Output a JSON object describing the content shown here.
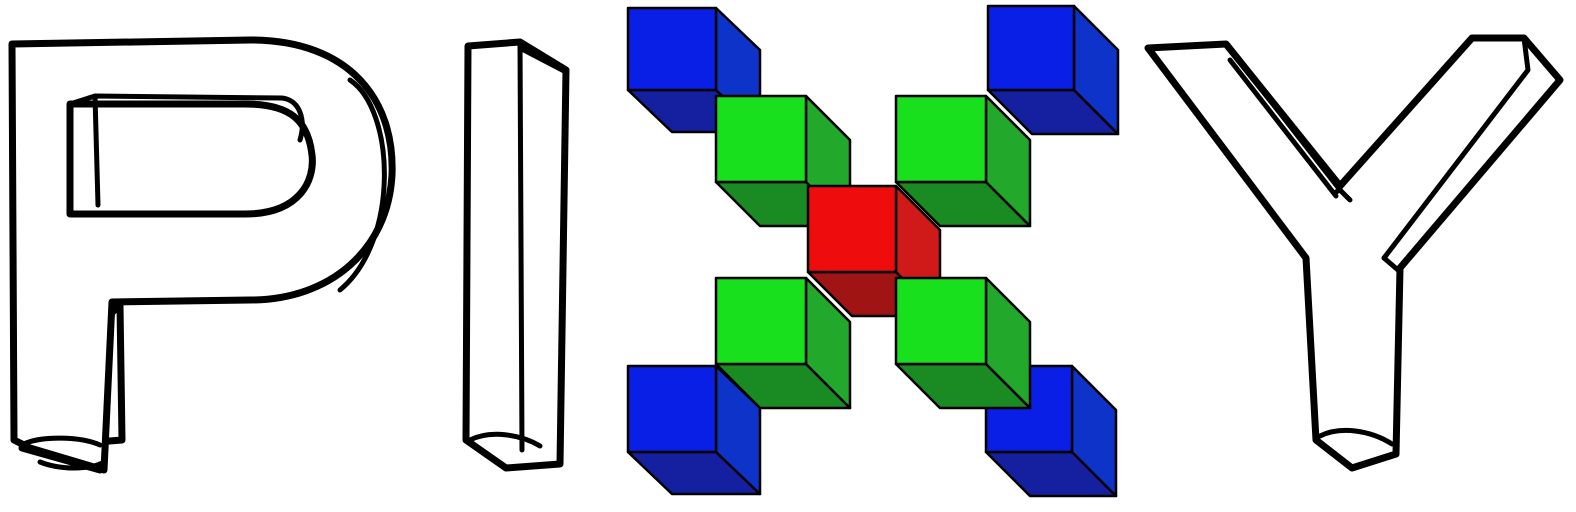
{
  "logo": {
    "text": "PIXY",
    "letters": [
      "P",
      "I",
      "X",
      "Y"
    ],
    "x_mark": "cube-cross",
    "colors": {
      "letter_fill": "#ffffff",
      "outline": "#000000",
      "blue_cube": "#0a1fd6",
      "green_cube": "#14e01a",
      "red_cube": "#e80c0c"
    }
  }
}
